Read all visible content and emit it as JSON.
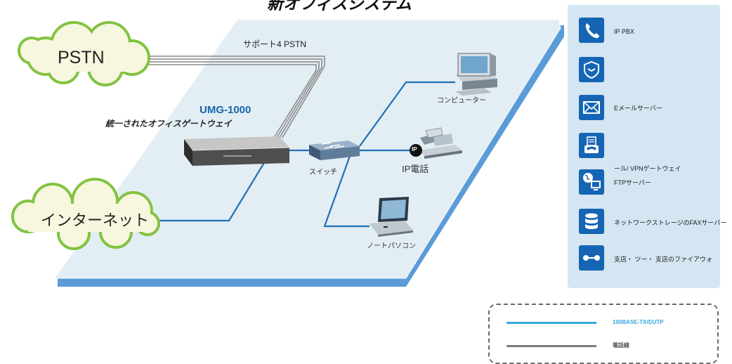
{
  "title": "新オフィスシステム",
  "clouds": {
    "pstn": "PSTN",
    "internet": "インターネット"
  },
  "lines": {
    "support": "サポート4 PSTN"
  },
  "device": {
    "name": "UMG-1000",
    "subtitle": "統一されたオフィスゲートウェイ"
  },
  "labels": {
    "switch": "スイッチ",
    "ip_phone": "IP電話",
    "ip_badge": "IP",
    "computer": "コンピューター",
    "laptop": "ノートパソコン"
  },
  "services": [
    {
      "icon": "phone-handset-icon",
      "label": "IP PBX"
    },
    {
      "icon": "shield-icon",
      "label": ""
    },
    {
      "icon": "envelope-icon",
      "label": "Eメールサーバー"
    },
    {
      "icon": "fax-icon",
      "label": ""
    },
    {
      "icon": "globe-computer-icon",
      "label": "ール/ VPNゲートウェイ",
      "label2": "FTPサーバー"
    },
    {
      "icon": "database-icon",
      "label": "ネットワークストレージのFAXサーバー"
    },
    {
      "icon": "link-icon",
      "label": "支店・ ツー・ 支店のファイアウォ"
    }
  ],
  "legend": [
    {
      "label": "100BASE-TXのUTP",
      "color": "#36a7df"
    },
    {
      "label": "電話線",
      "color": "#7b7b7b"
    }
  ],
  "colors": {
    "floor": "#e3edf4",
    "floor_edge": "#5b9bd8",
    "network_line": "#1d70b8",
    "cloud_fill": "#f6f7de",
    "cloud_border": "#82c341",
    "panel": "#d3e6f2",
    "icon_bg": "#1665b4"
  }
}
